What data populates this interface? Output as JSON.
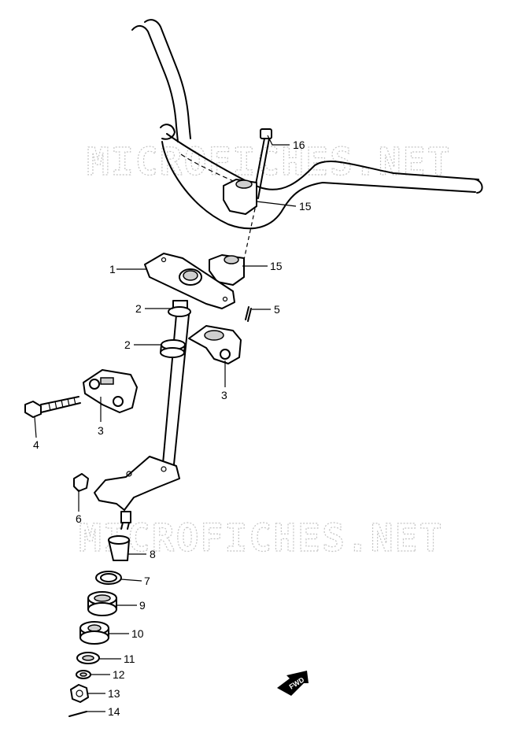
{
  "watermark": {
    "text": "MICROFICHES.NET"
  },
  "fwd_badge": {
    "text": "FWD"
  },
  "callouts": [
    {
      "id": "c16",
      "label": "16"
    },
    {
      "id": "c15a",
      "label": "15"
    },
    {
      "id": "c15b",
      "label": "15"
    },
    {
      "id": "c1",
      "label": "1"
    },
    {
      "id": "c5",
      "label": "5"
    },
    {
      "id": "c2a",
      "label": "2"
    },
    {
      "id": "c2b",
      "label": "2"
    },
    {
      "id": "c3a",
      "label": "3"
    },
    {
      "id": "c3b",
      "label": "3"
    },
    {
      "id": "c4",
      "label": "4"
    },
    {
      "id": "c6",
      "label": "6"
    },
    {
      "id": "c8",
      "label": "8"
    },
    {
      "id": "c7",
      "label": "7"
    },
    {
      "id": "c9",
      "label": "9"
    },
    {
      "id": "c10",
      "label": "10"
    },
    {
      "id": "c11",
      "label": "11"
    },
    {
      "id": "c12",
      "label": "12"
    },
    {
      "id": "c13",
      "label": "13"
    },
    {
      "id": "c14",
      "label": "14"
    }
  ]
}
